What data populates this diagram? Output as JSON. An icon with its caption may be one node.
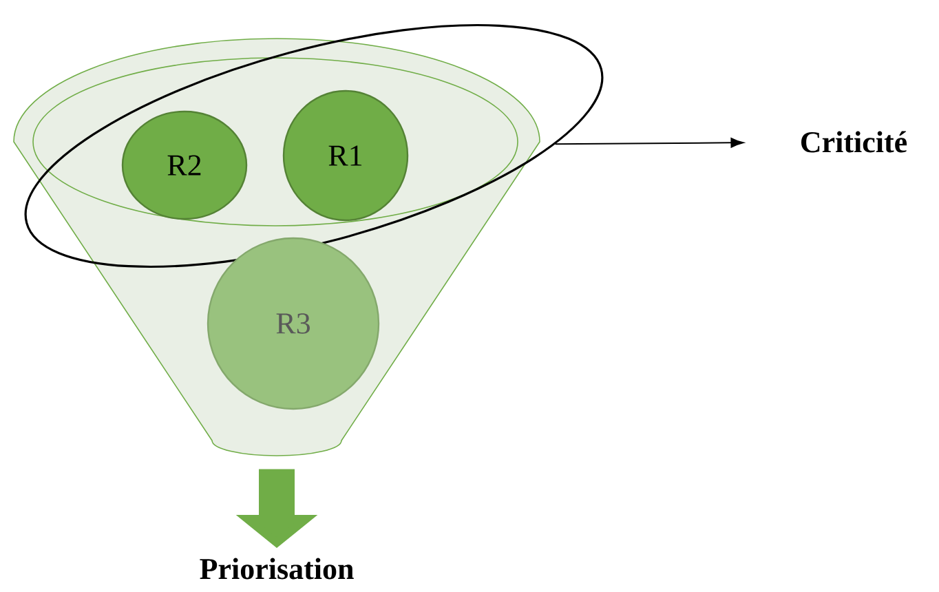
{
  "diagram": {
    "nodes": [
      {
        "text": [],
        "shape": "cone"
      },
      {
        "text": [],
        "shape": "circle"
      },
      {
        "text": [
          "R2"
        ],
        "in": 1
      },
      {
        "text": [
          "R1"
        ],
        "in": 1
      },
      {
        "text": [
          "R3"
        ],
        "in": 0
      },
      {
        "text": [
          "Criticité"
        ]
      },
      {
        "text": [
          "Priorisation"
        ]
      }
    ],
    "edges": [
      {
        "from": 1,
        "to": 5,
        "arrow": "to"
      },
      {
        "from": 0,
        "to": 6,
        "arrow": "to",
        "style": "thick",
        "color": "#70ad47"
      }
    ]
  }
}
